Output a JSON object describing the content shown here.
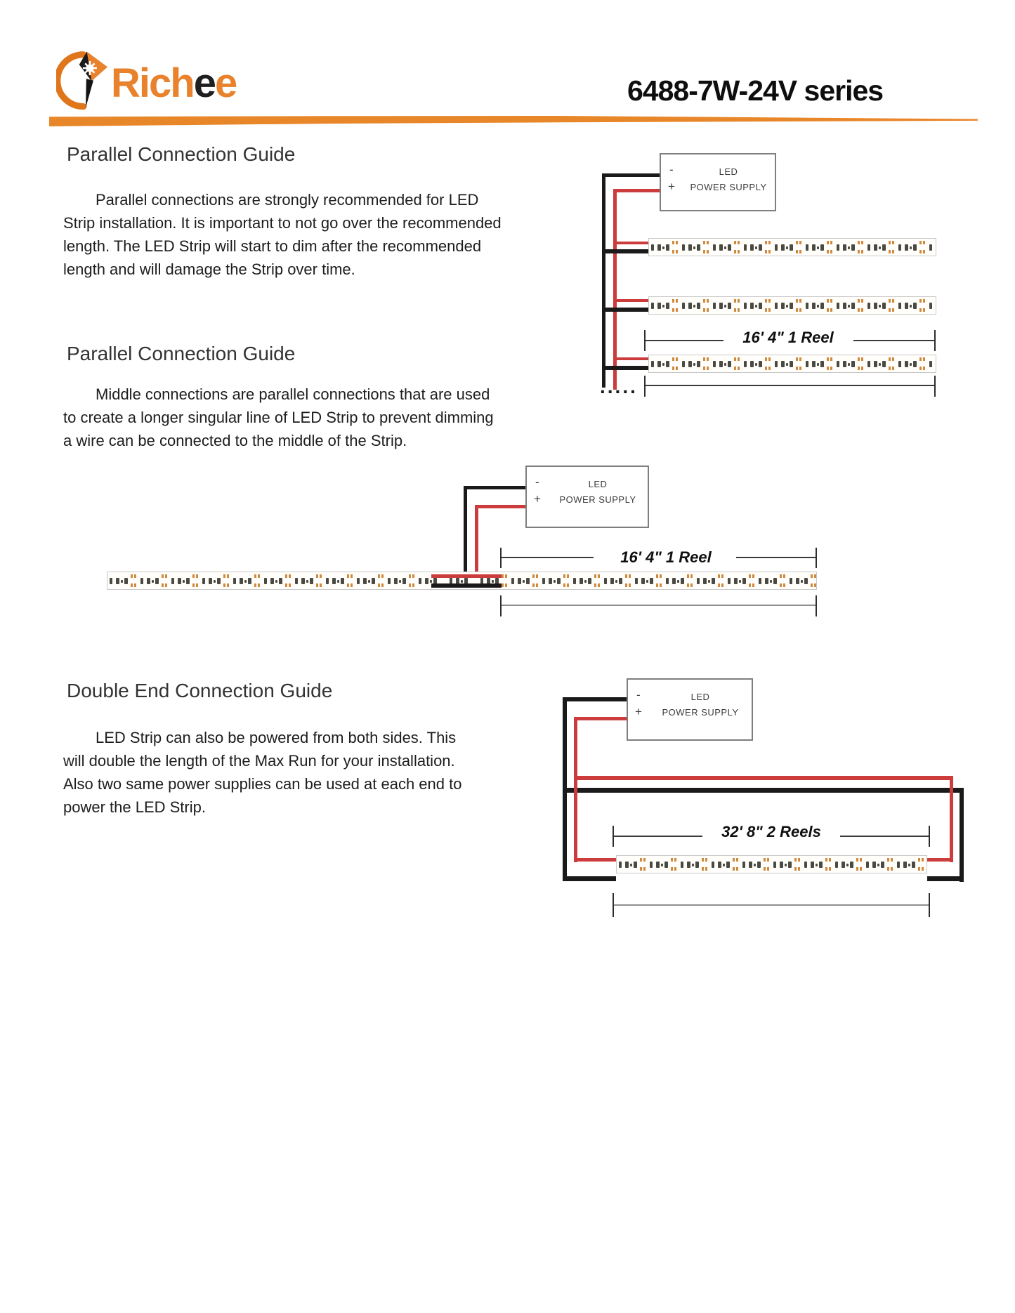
{
  "header": {
    "logo": {
      "part_orange1": "Rich",
      "part_black": "e",
      "part_orange2": "e"
    },
    "title": "6488-7W-24V series"
  },
  "psu": {
    "minus": "-",
    "plus": "+",
    "line1": "LED",
    "line2": "POWER SUPPLY"
  },
  "sections": [
    {
      "heading": "Parallel Connection Guide",
      "lines": [
        "Parallel connections are strongly recommended for LED",
        "Strip installation. It is important to not go over the recommended",
        "length. The LED Strip will start to dim after the recommended",
        "length and will damage the Strip over time."
      ]
    },
    {
      "heading": "Parallel Connection Guide",
      "lines": [
        "Middle connections are parallel connections that are used",
        "to create a longer singular line of LED Strip to prevent dimming",
        "a wire can be connected to the middle of the Strip."
      ]
    },
    {
      "heading": "Double End Connection Guide",
      "lines": [
        "LED Strip can also be powered from both sides. This",
        "will double the length of the Max Run for your installation.",
        "Also two same power supplies can be used at each end to",
        "power the LED Strip."
      ]
    }
  ],
  "diagrams": {
    "parallel": {
      "reel_label": "16' 4\" 1 Reel",
      "continuation_dots": "....."
    },
    "middle": {
      "reel_label": "16' 4\" 1 Reel"
    },
    "double_end": {
      "reel_label": "32' 8\" 2 Reels"
    }
  },
  "colors": {
    "brand_orange": "#E8822C",
    "wire_red": "#CD3C3C",
    "wire_black": "#1A1A1A",
    "led_chip": "#4A4A42",
    "led_mark_orange": "#D08A3E"
  }
}
